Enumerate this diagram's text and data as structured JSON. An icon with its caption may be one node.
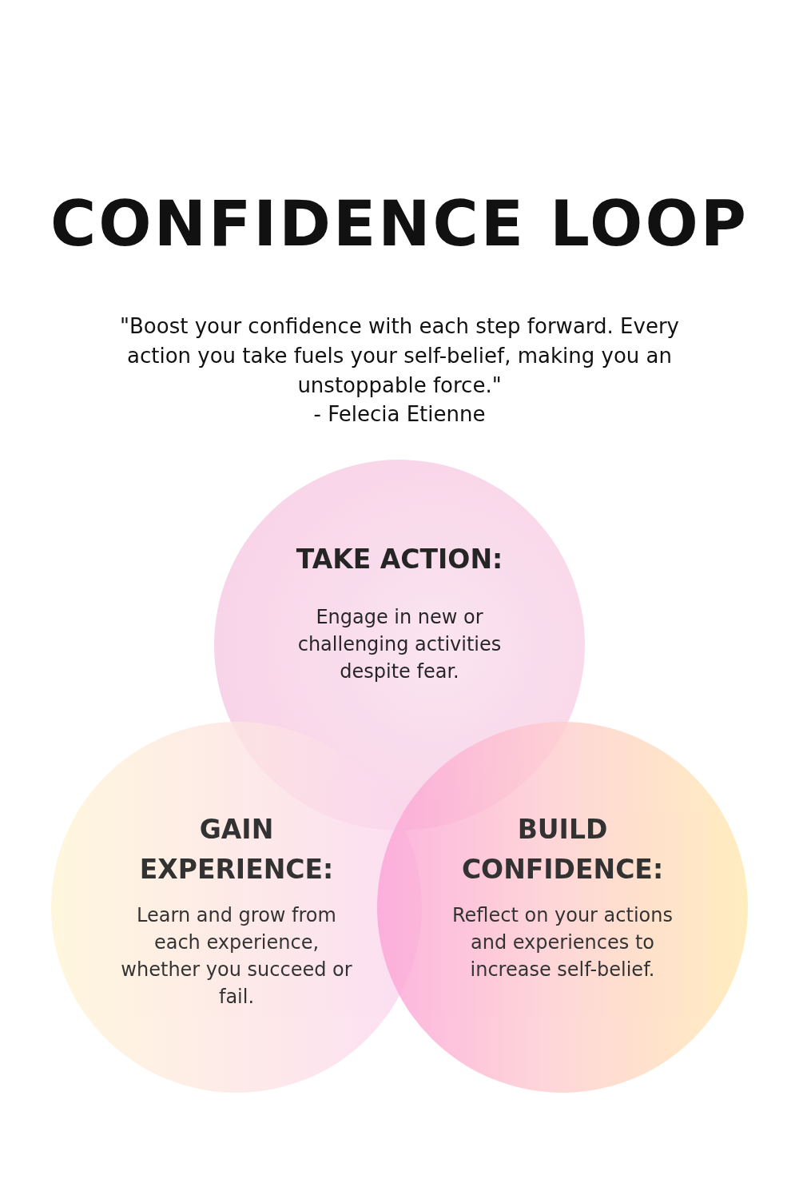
{
  "diagram": {
    "title": "CONFIDENCE LOOP",
    "nodes": [
      {
        "text": [
          "TAKE ACTION:",
          "Engage in new or challenging activities despite fear."
        ]
      },
      {
        "text": [
          "GAIN EXPERIENCE:",
          "Learn and grow from each experience, whether you succeed or fail."
        ]
      },
      {
        "text": [
          "BUILD CONFIDENCE:",
          "Reflect on your actions and experiences to increase self-belief."
        ]
      }
    ],
    "labels": [
      "\"Boost your confidence with each step forward. Every action you take fuels your self-belief, making you an unstoppable force.\"",
      "- Felecia Etienne"
    ]
  }
}
